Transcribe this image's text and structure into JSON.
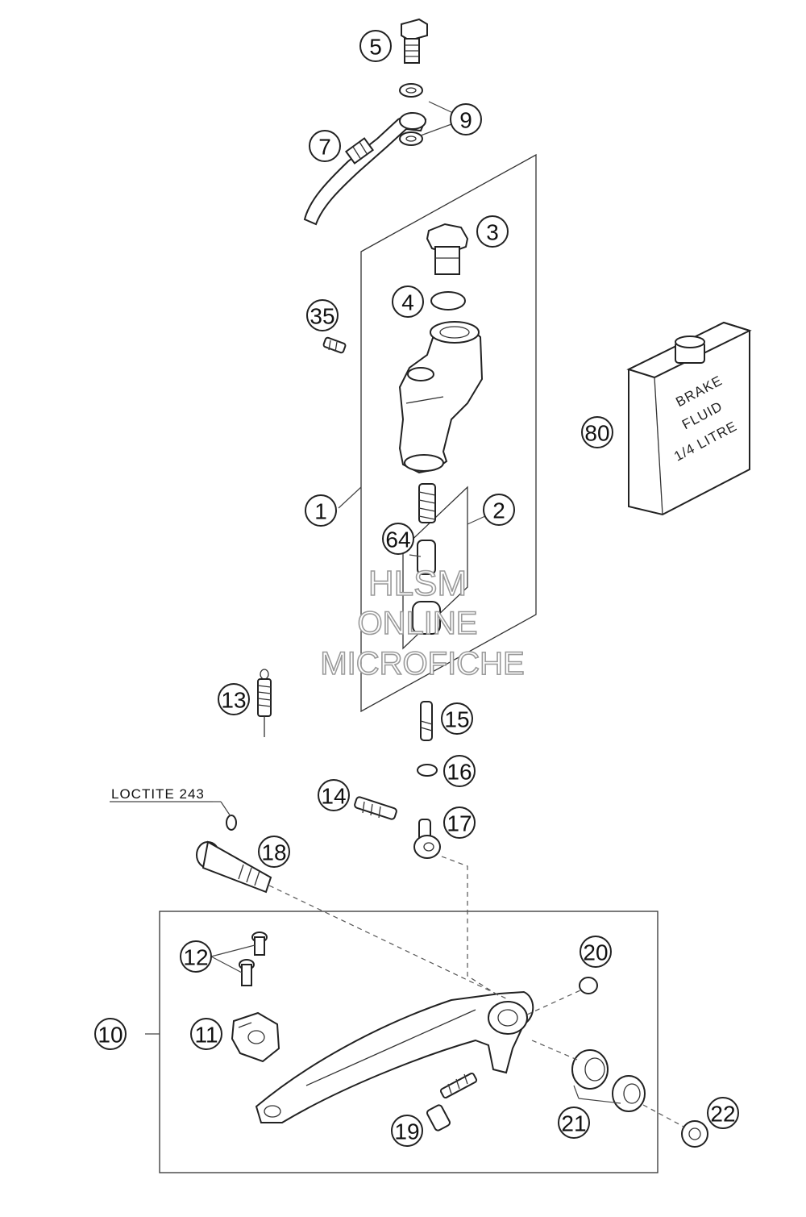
{
  "callouts": [
    {
      "id": "c5",
      "label": "5"
    },
    {
      "id": "c9",
      "label": "9"
    },
    {
      "id": "c7",
      "label": "7"
    },
    {
      "id": "c3",
      "label": "3"
    },
    {
      "id": "c4",
      "label": "4"
    },
    {
      "id": "c35",
      "label": "35"
    },
    {
      "id": "c80",
      "label": "80"
    },
    {
      "id": "c1",
      "label": "1"
    },
    {
      "id": "c2",
      "label": "2"
    },
    {
      "id": "c64",
      "label": "64"
    },
    {
      "id": "c13",
      "label": "13"
    },
    {
      "id": "c15",
      "label": "15"
    },
    {
      "id": "c16",
      "label": "16"
    },
    {
      "id": "c14",
      "label": "14"
    },
    {
      "id": "c17",
      "label": "17"
    },
    {
      "id": "c18",
      "label": "18"
    },
    {
      "id": "c12",
      "label": "12"
    },
    {
      "id": "c20",
      "label": "20"
    },
    {
      "id": "c10",
      "label": "10"
    },
    {
      "id": "c11",
      "label": "11"
    },
    {
      "id": "c19",
      "label": "19"
    },
    {
      "id": "c21",
      "label": "21"
    },
    {
      "id": "c22",
      "label": "22"
    }
  ],
  "notes": {
    "loctite": "LOCTITE 243"
  },
  "fluid_can": {
    "line1": "BRAKE",
    "line2": "FLUID",
    "line3": "1/4 LITRE"
  },
  "watermark": {
    "line1": "HLSM",
    "line2": "ONLINE",
    "line3": "MICROFICHE"
  }
}
